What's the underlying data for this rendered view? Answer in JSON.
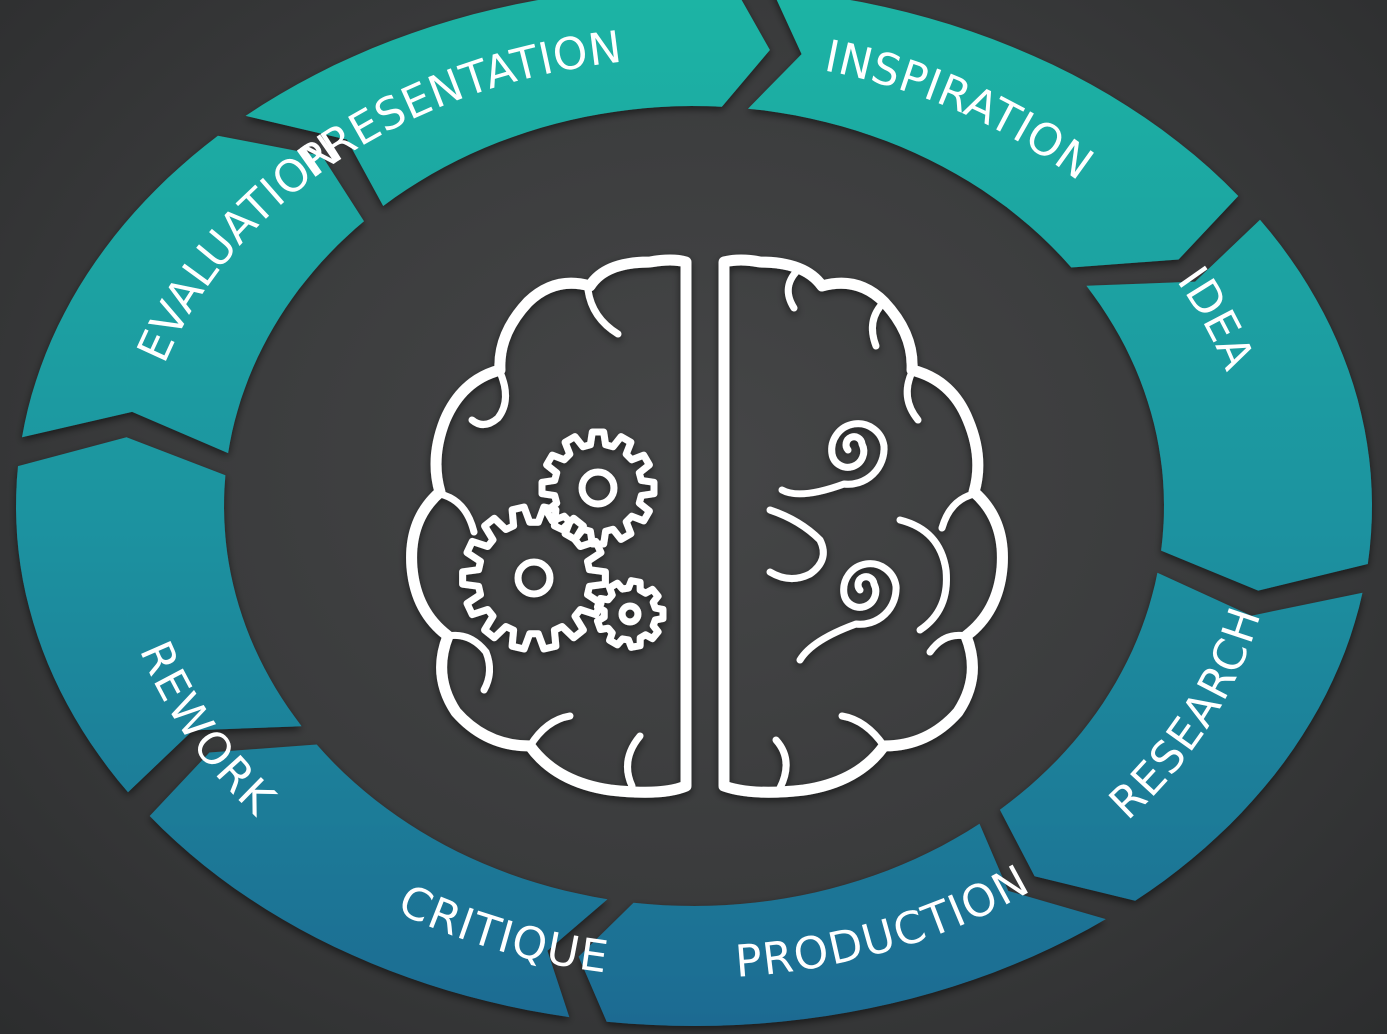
{
  "diagram": {
    "stages": [
      {
        "id": "presentation",
        "label": "PRESENTATION"
      },
      {
        "id": "inspiration",
        "label": "INSPIRATION"
      },
      {
        "id": "idea",
        "label": "IDEA"
      },
      {
        "id": "research",
        "label": "RESEARCH"
      },
      {
        "id": "production",
        "label": "PRODUCTION"
      },
      {
        "id": "critique",
        "label": "CRITIQUE"
      },
      {
        "id": "rework",
        "label": "REWORK"
      },
      {
        "id": "evaluation",
        "label": "EVALUATION"
      }
    ],
    "colors": {
      "arrow_top": "#1fb3a3",
      "arrow_bottom": "#1e6f96",
      "background": "#3a3b3c",
      "brain": "#ffffff"
    },
    "center_icon": "brain-gears-swirls-icon"
  }
}
